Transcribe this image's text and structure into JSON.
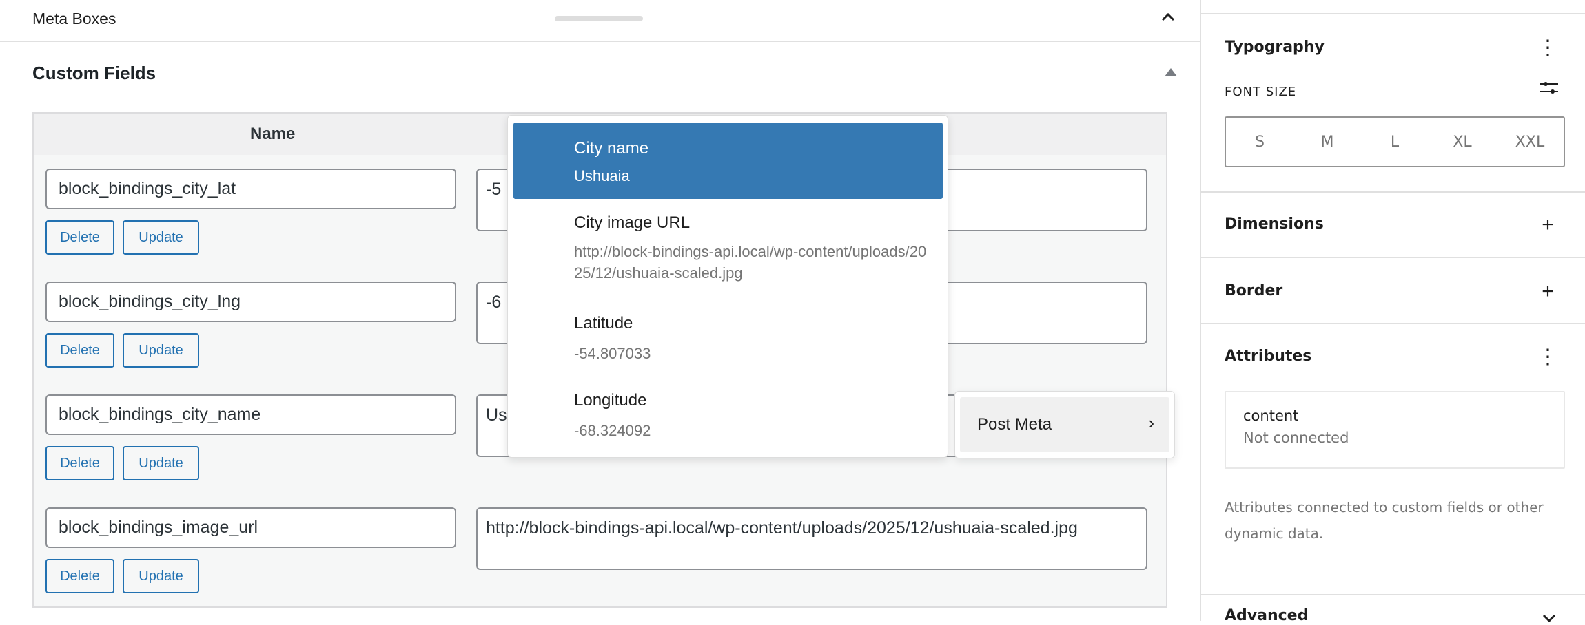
{
  "meta_boxes": {
    "title": "Meta Boxes"
  },
  "custom_fields": {
    "title": "Custom Fields",
    "column_name": "Name",
    "rows": [
      {
        "name": "block_bindings_city_lat",
        "value": "-5"
      },
      {
        "name": "block_bindings_city_lng",
        "value": "-6"
      },
      {
        "name": "block_bindings_city_name",
        "value": "Us"
      },
      {
        "name": "block_bindings_image_url",
        "value": "http://block-bindings-api.local/wp-content/uploads/2025/12/ushuaia-scaled.jpg"
      }
    ],
    "delete_label": "Delete",
    "update_label": "Update"
  },
  "dropdown": {
    "items": [
      {
        "label": "City name",
        "value": "Ushuaia",
        "selected": true
      },
      {
        "label": "City image URL",
        "value": "http://block-bindings-api.local/wp-content/uploads/2025/12/ushuaia-scaled.jpg"
      },
      {
        "label": "Latitude",
        "value": "-54.807033"
      },
      {
        "label": "Longitude",
        "value": "-68.324092"
      }
    ],
    "highlight_color": "#3579b3"
  },
  "source_menu": {
    "label": "Post Meta"
  },
  "sidebar": {
    "typography": "Typography",
    "font_size_label": "FONT SIZE",
    "font_sizes": [
      "S",
      "M",
      "L",
      "XL",
      "XXL"
    ],
    "dimensions": "Dimensions",
    "border": "Border",
    "attributes": "Attributes",
    "attribute_name": "content",
    "attribute_status": "Not connected",
    "help": "Attributes connected to custom fields or other dynamic data.",
    "advanced": "Advanced"
  }
}
